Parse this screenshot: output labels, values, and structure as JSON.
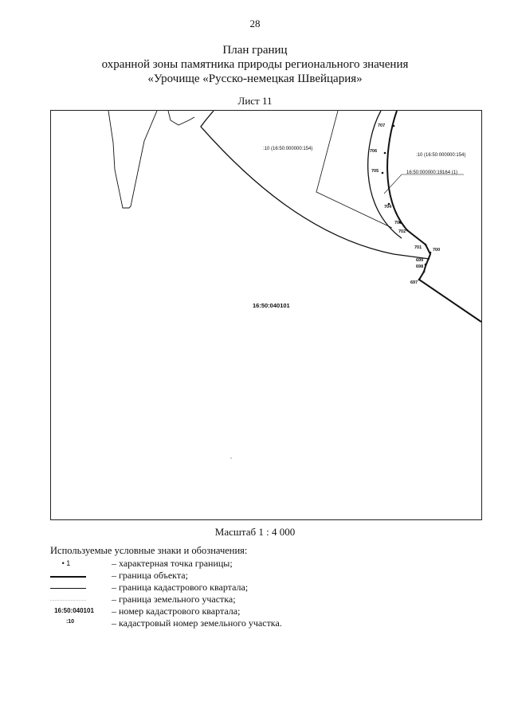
{
  "page_number": "28",
  "title": {
    "line1": "План границ",
    "line2": "охранной зоны памятника природы регионального значения",
    "line3": "«Урочище «Русско-немецкая Швейцария»"
  },
  "sheet_label": "Лист 11",
  "map": {
    "parcel_label_1": ":10 (16:50:000000:154)",
    "parcel_label_2": ":10 (16:50:000000:154)",
    "parcel_label_3": "16:50:000000:19164 (1)",
    "quarter_number": "16:50:040101",
    "points": [
      "707",
      "706",
      "705",
      "704",
      "703",
      "702",
      "701",
      "700",
      "699",
      "698",
      "697"
    ]
  },
  "scale": "Масштаб 1 : 4 000",
  "legend": {
    "title": "Используемые условные знаки и обозначения:",
    "items": [
      {
        "symbol": "• 1",
        "text": "– характерная точка границы;"
      },
      {
        "symbol": "",
        "text": "– граница объекта;"
      },
      {
        "symbol": "",
        "text": "– граница кадастрового квартала;"
      },
      {
        "symbol": "",
        "text": "– граница земельного участка;"
      },
      {
        "symbol": "16:50:040101",
        "text": "– номер кадастрового квартала;"
      },
      {
        "symbol": ":10",
        "text": "– кадастровый номер земельного участка."
      }
    ]
  }
}
